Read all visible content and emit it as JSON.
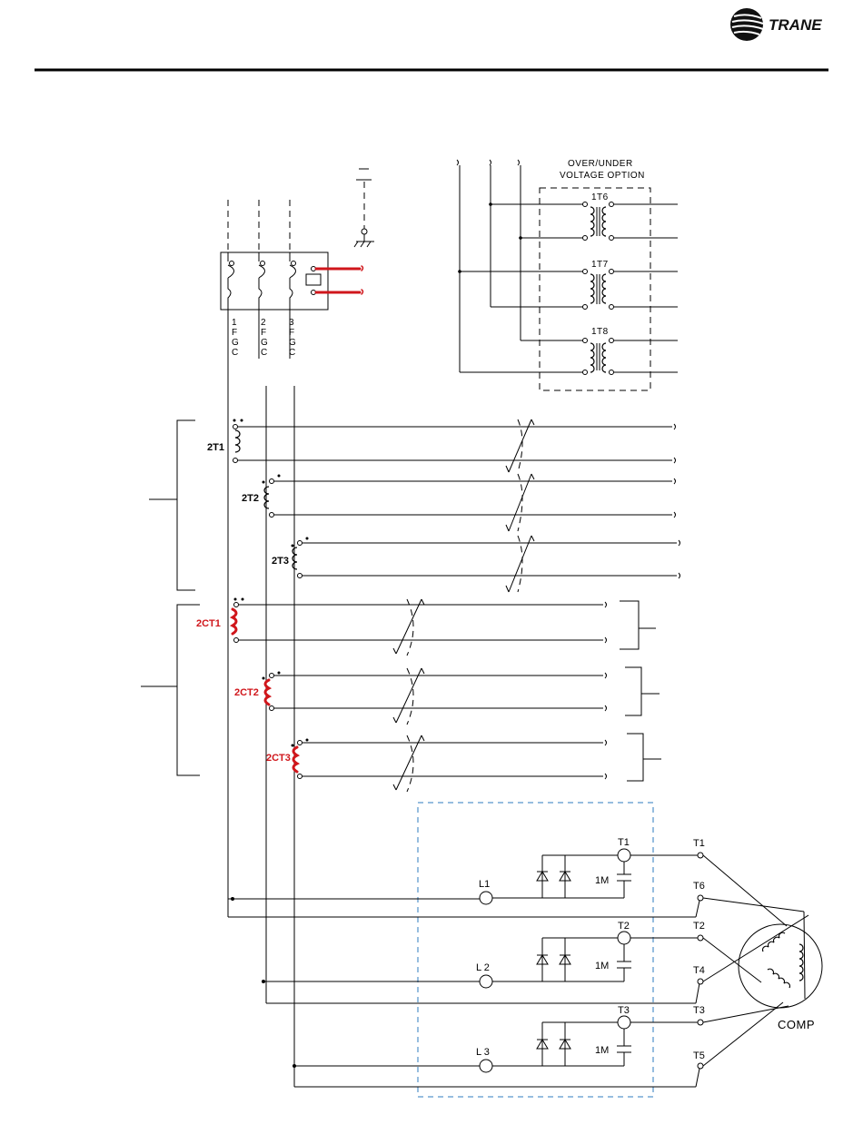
{
  "brand": {
    "name": "TRANE"
  },
  "voltage_option": {
    "line1": "OVER/UNDER",
    "line2": "VOLTAGE OPTION"
  },
  "transformers_option": [
    "1T6",
    "1T7",
    "1T8"
  ],
  "fuses": [
    {
      "num": "1",
      "l1": "F",
      "l2": "G",
      "l3": "C"
    },
    {
      "num": "2",
      "l1": "F",
      "l2": "G",
      "l3": "C"
    },
    {
      "num": "3",
      "l1": "F",
      "l2": "G",
      "l3": "C"
    }
  ],
  "potential_transformers": [
    "2T1",
    "2T2",
    "2T3"
  ],
  "current_transformers": [
    "2CT1",
    "2CT2",
    "2CT3"
  ],
  "starter": {
    "line_labels": [
      "L1",
      "L 2",
      "L 3"
    ],
    "output_labels": [
      "T1",
      "T2",
      "T3"
    ],
    "contactor_labels": [
      "1M",
      "1M",
      "1M"
    ]
  },
  "motor_terminals": [
    "T1",
    "T6",
    "T2",
    "T4",
    "T3",
    "T5"
  ],
  "motor_label": "COMP",
  "colors": {
    "accent": "#d0161b",
    "starter_boundary": "#2e7bbf"
  }
}
